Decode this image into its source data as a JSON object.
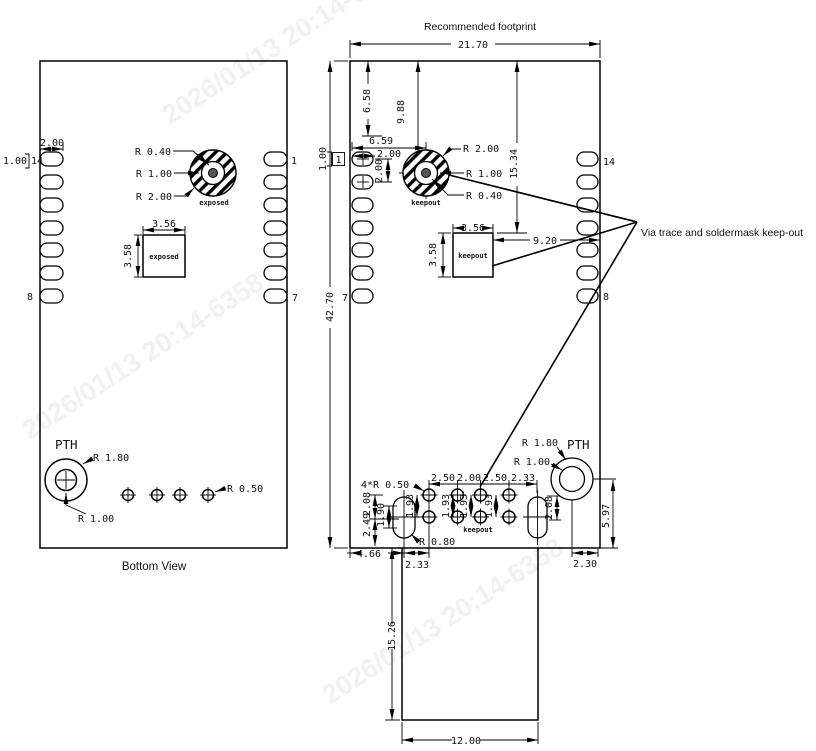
{
  "watermark": {
    "text": "2026/01/13 20:14-6358"
  },
  "left": {
    "caption": "Bottom View",
    "pins": {
      "p14": "14",
      "p1": "1",
      "p8": "8",
      "p7": "7"
    },
    "pad_width": "2.00",
    "pad_height": "1.00",
    "antenna": {
      "r_center": "R 0.40",
      "r_mid": "R 1.00",
      "r_outer": "R 2.00",
      "label": "exposed"
    },
    "square": {
      "w": "3.56",
      "h": "3.58",
      "label": "exposed"
    },
    "pth": {
      "name": "PTH",
      "r_outer": "R 1.80",
      "r_inner": "R 1.00"
    },
    "via_r": "R 0.50"
  },
  "right": {
    "title": "Recommended footprint",
    "callout": "Via trace and soldermask keep-out",
    "pins": {
      "p1": "1",
      "p14": "14",
      "p7": "7",
      "p8": "8"
    },
    "board_w": "21.70",
    "board_h": "42.70",
    "top_to_pad1": "6.58",
    "top_to_antenna": "9.88",
    "top_to_keepout": "15.34",
    "edge_to_antenna": "6.59",
    "pad_width": "2.00",
    "pad_pitch": "2.00",
    "pad_height": "1.00",
    "antenna": {
      "r_outer": "R 2.00",
      "r_mid": "R 1.00",
      "r_center": "R 0.40",
      "label": "keepout"
    },
    "square": {
      "w": "3.56",
      "h": "3.58",
      "label": "keepout",
      "to_edge": "9.20"
    },
    "vias": {
      "label": "4*R 0.50",
      "s1": "2.50",
      "s2": "2.00",
      "s3": "2.50",
      "s4": "2.33",
      "row_pitch": "1.93",
      "keepout": "keepout"
    },
    "oval": {
      "d1": "2.08",
      "d2": "2.49",
      "d3": "1.90",
      "r": "R 0.80"
    },
    "oval_r": {
      "d": "2.08"
    },
    "pth": {
      "name": "PTH",
      "r_outer": "R 1.80",
      "r_inner": "R 1.00",
      "to_bottom": "5.97",
      "to_edge": "2.30"
    },
    "edge_to_oval": "4.66",
    "oval_to_via": "2.33",
    "usb": {
      "h": "15.26",
      "w": "12.00"
    }
  }
}
